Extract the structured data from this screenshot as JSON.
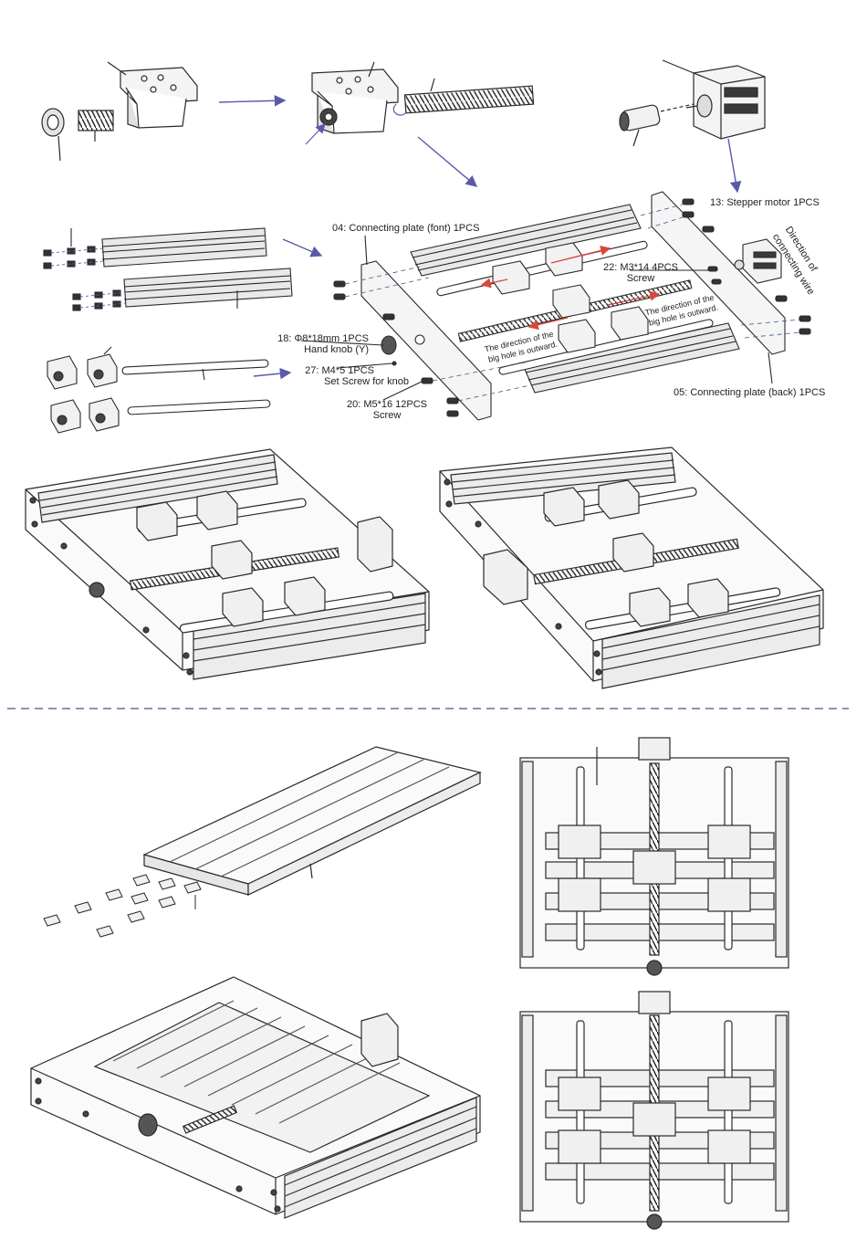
{
  "labels": {
    "front_plate": "04: Connecting plate (font) 1PCS",
    "stepper_motor": "13: Stepper motor 1PCS",
    "wire_direction_line1": "Direction of",
    "wire_direction_line2": "connecting wire",
    "m3_screw_line1": "22: M3*14 4PCS",
    "m3_screw_line2": "Screw",
    "hand_knob_line1": "18: Φ8*18mm 1PCS",
    "hand_knob_line2": "Hand knob (Y)",
    "set_screw_line1": "27: M4*5 1PCS",
    "set_screw_line2": "Set Screw for knob",
    "m5_screw_line1": "20: M5*16 12PCS",
    "m5_screw_line2": "Screw",
    "back_plate": "05: Connecting plate (back) 1PCS",
    "big_hole_left_line1": "The direction of the",
    "big_hole_left_line2": "big hole is outward.",
    "big_hole_right_line1": "The direction of the",
    "big_hole_right_line2": "big hole is outward."
  },
  "colors": {
    "line": "#2a2a2a",
    "flow_arrow": "#5a5aa8",
    "red_arrow": "#d9473a",
    "divider": "#3d5a80",
    "fill_light": "#f2f2f2",
    "fill_mid": "#cfcfcf",
    "fill_dark": "#3a3a3a"
  }
}
